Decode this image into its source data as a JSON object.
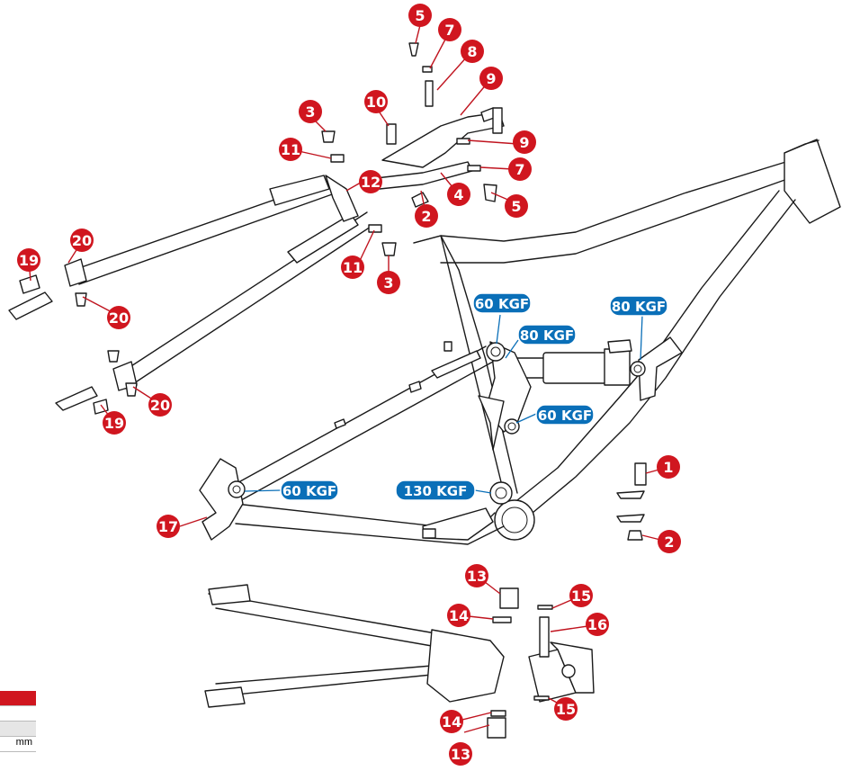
{
  "colors": {
    "callout": "#d0161f",
    "torque": "#0a6fb8",
    "line": "#1a1a1a"
  },
  "callouts": [
    {
      "label": "5"
    },
    {
      "label": "7"
    },
    {
      "label": "8"
    },
    {
      "label": "9"
    },
    {
      "label": "10"
    },
    {
      "label": "3"
    },
    {
      "label": "11"
    },
    {
      "label": "12"
    },
    {
      "label": "9"
    },
    {
      "label": "7"
    },
    {
      "label": "4"
    },
    {
      "label": "2"
    },
    {
      "label": "5"
    },
    {
      "label": "11"
    },
    {
      "label": "3"
    },
    {
      "label": "20"
    },
    {
      "label": "19"
    },
    {
      "label": "20"
    },
    {
      "label": "20"
    },
    {
      "label": "19"
    },
    {
      "label": "17"
    },
    {
      "label": "1"
    },
    {
      "label": "2"
    },
    {
      "label": "13"
    },
    {
      "label": "15"
    },
    {
      "label": "14"
    },
    {
      "label": "16"
    },
    {
      "label": "14"
    },
    {
      "label": "15"
    },
    {
      "label": "13"
    }
  ],
  "torques": [
    {
      "label": "60 KGF"
    },
    {
      "label": "80 KGF"
    },
    {
      "label": "80 KGF"
    },
    {
      "label": "60 KGF"
    },
    {
      "label": "60 KGF"
    },
    {
      "label": "130 KGF"
    }
  ],
  "legend": {
    "unit_fragment": "mm"
  }
}
